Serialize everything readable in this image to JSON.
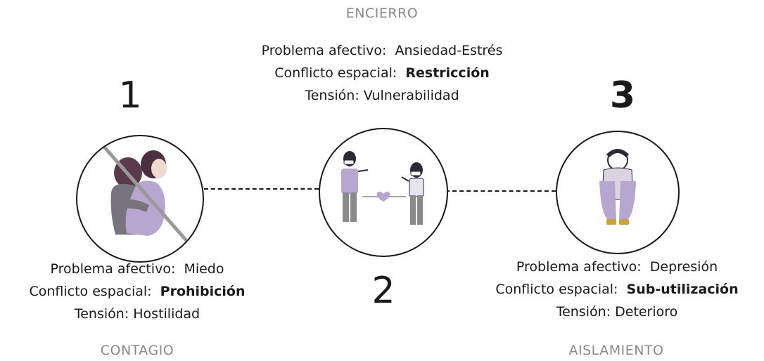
{
  "top": {
    "category": "ENCIERRO",
    "affective_label": "Problema afectivo:",
    "affective_value": "Ansiedad-Estrés",
    "spatial_label": "Conflicto espacial:",
    "spatial_value": "Restricción",
    "tension": "Tensión: Vulnerabilidad"
  },
  "left": {
    "number": "1",
    "category": "CONTAGIO",
    "affective_label": "Problema afectivo:",
    "affective_value": "Miedo",
    "spatial_label": "Conflicto espacial:",
    "spatial_value": "Prohibición",
    "tension": "Tensión: Hostilidad"
  },
  "center": {
    "number": "2"
  },
  "right": {
    "number": "3",
    "category": "AISLAMIENTO",
    "affective_label": "Problema afectivo:",
    "affective_value": "Depresión",
    "spatial_label": "Conflicto espacial:",
    "spatial_value": "Sub-utilización",
    "tension": "Tensión: Deterioro"
  },
  "colors": {
    "purple": "#b7a6cf",
    "gray_purple": "#777480",
    "text": "#1a1a1a",
    "category": "#8a8a8a"
  }
}
